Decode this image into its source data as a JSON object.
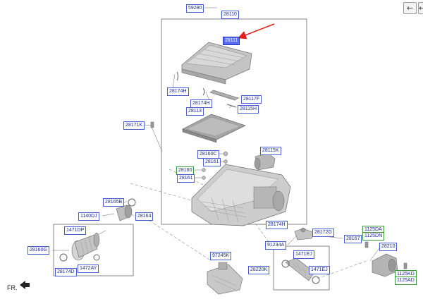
{
  "nav": {
    "back_icon": "arrow-left-icon",
    "more_icon": "ellipsis-icon",
    "back_glyph": "←",
    "more_glyph": "←"
  },
  "direction": {
    "label": "FR."
  },
  "colors": {
    "part_border": "#4a5bd6",
    "kit_border": "#3a9a3a",
    "highlight": "#5a6cf0",
    "pointer_arrow": "#e02020"
  },
  "labels": {
    "p59290": "59290",
    "p28110": "28110",
    "p28111": "28111",
    "p28174H_a": "28174H",
    "p28117F": "28117F",
    "p28174H_b": "28174H",
    "p28115H": "28115H",
    "p28113": "28113",
    "p28171K": "28171K",
    "p28160C": "28160C",
    "p28115K": "28115K",
    "p28161_a": "28161",
    "p28160": "28160",
    "p28161_b": "28161",
    "p28165B": "28165B",
    "p1140DJ": "1140DJ",
    "p28164": "28164",
    "p1471DP": "1471DP",
    "p28160G": "28160G",
    "p1472AY": "1472AY",
    "p28174D": "28174D",
    "p28174H_c": "28174H",
    "p28172G": "28172G",
    "p1125DA": "1125DA",
    "p1125DN": "1125DN",
    "p28167": "28167",
    "p91234A": "91234A",
    "p1471EJ_a": "1471EJ",
    "p28210": "28210",
    "p97245K": "97245K",
    "p28220K": "28220K",
    "p1471EJ_b": "1471EJ",
    "p1125KD": "1125KD",
    "p1125AD": "1125AD"
  }
}
